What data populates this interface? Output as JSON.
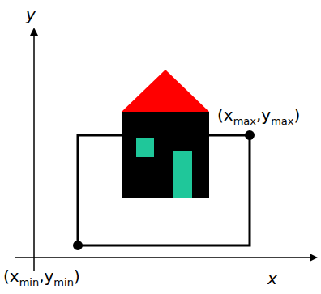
{
  "diagram": {
    "labels": [
      "y",
      "x",
      "(x",
      "min",
      ",y",
      "min",
      ")",
      "(x",
      "max",
      ",y",
      "max",
      ")"
    ]
  }
}
